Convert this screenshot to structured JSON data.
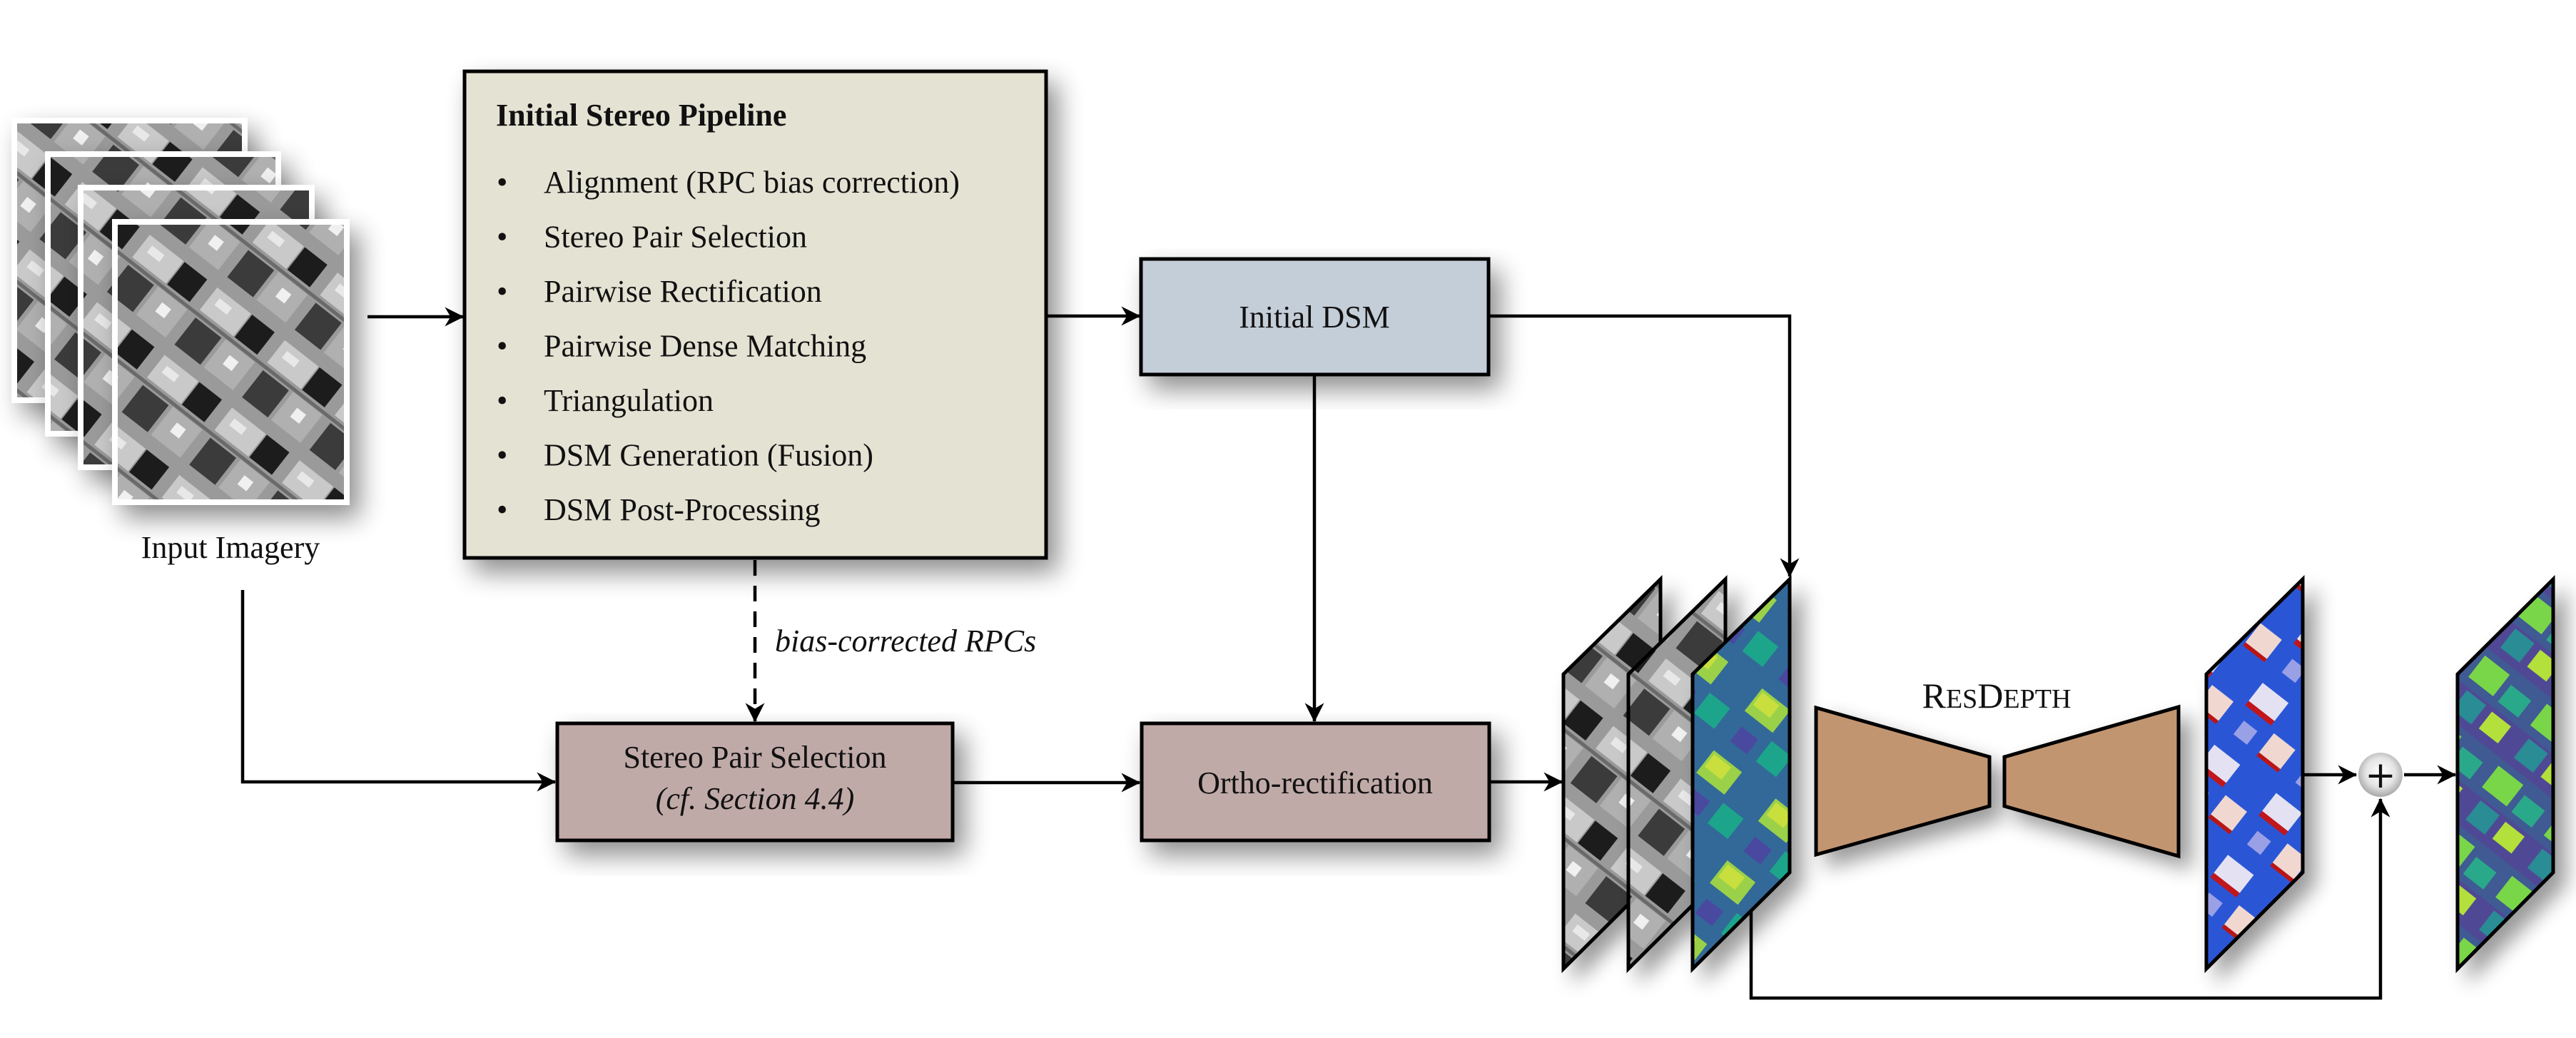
{
  "input": {
    "label": "Input Imagery",
    "frame_count": 4
  },
  "pipeline": {
    "title": "Initial Stereo Pipeline",
    "bullet": "•",
    "items": [
      "Alignment (RPC bias correction)",
      "Stereo Pair Selection",
      "Pairwise Rectification",
      "Pairwise Dense Matching",
      "Triangulation",
      "DSM Generation (Fusion)",
      "DSM Post-Processing"
    ],
    "color": "#e4e2d3"
  },
  "initial_dsm": {
    "label": "Initial DSM",
    "color": "#c4ced9"
  },
  "dashed_edge": {
    "label": "bias-corrected RPCs"
  },
  "stereo_selection": {
    "line1": "Stereo Pair Selection",
    "line2": "(cf. Section 4.4)",
    "color": "#c0aaa8"
  },
  "ortho": {
    "label": "Ortho-rectification",
    "color": "#c0aaa8"
  },
  "network": {
    "name_cap1": "R",
    "name_small1": "ES",
    "name_cap2": "D",
    "name_small2": "EPTH",
    "color": "#c29571",
    "inputs": [
      "ortho-image-1",
      "ortho-image-2",
      "initial-dsm-raster"
    ],
    "residual_output": "residual-raster",
    "sum_symbol": "+",
    "final_output": "refined-dsm-raster"
  },
  "colors": {
    "stroke": "#000000",
    "background": "#ffffff"
  }
}
